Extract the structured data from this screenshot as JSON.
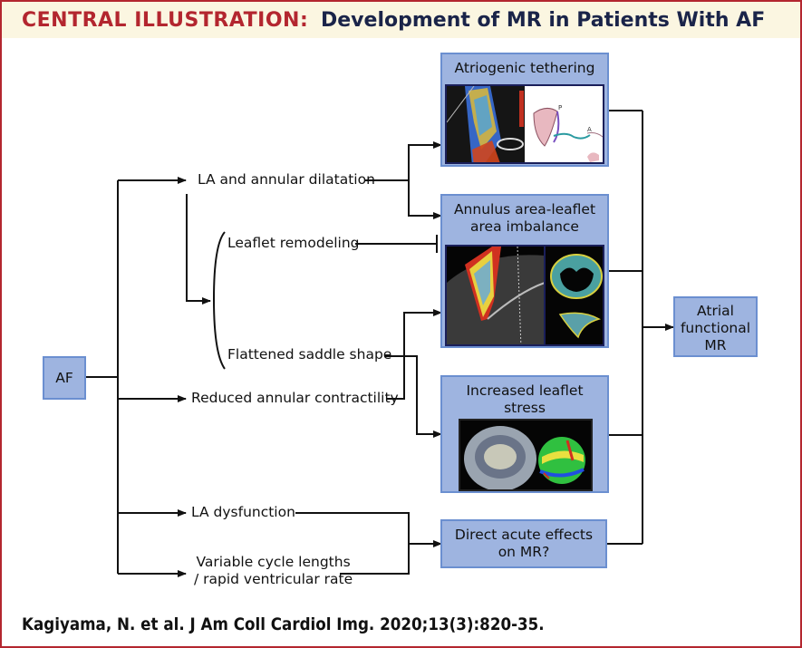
{
  "header": {
    "label": "CENTRAL ILLUSTRATION:",
    "title": "Development of MR in Patients With AF"
  },
  "nodes": {
    "af": "AF",
    "la_annular_dilatation": "LA and annular dilatation",
    "leaflet_remodeling": "Leaflet remodeling",
    "flattened_saddle": "Flattened saddle shape",
    "reduced_contractility": "Reduced annular contractility",
    "la_dysfunction": "LA dysfunction",
    "variable_cycle_line1": "Variable cycle lengths",
    "variable_cycle_line2": "/ rapid ventricular rate"
  },
  "boxes": {
    "atriogenic": {
      "title": "Atriogenic tethering",
      "image": "echo-doppler-and-leaflet-diagram"
    },
    "imbalance": {
      "title_line1": "Annulus area-leaflet",
      "title_line2": "area imbalance",
      "image": "tee-doppler-and-3d-annulus-model"
    },
    "stress": {
      "title_line1": "Increased leaflet",
      "title_line2": "stress",
      "image": "3d-valve-and-stress-map"
    },
    "direct": {
      "title_line1": "Direct acute effects",
      "title_line2": "on MR?"
    },
    "outcome": {
      "line1": "Atrial",
      "line2": "functional",
      "line3": "MR"
    }
  },
  "diagram_labels": {
    "leaflet_sketch_p": "P",
    "leaflet_sketch_a": "A"
  },
  "colors": {
    "accent_red": "#b3262f",
    "title_navy": "#1a2449",
    "box_fill": "#9eb4e0",
    "box_border": "#6b8fd0",
    "header_bg": "#fbf6e1"
  },
  "citation": "Kagiyama, N. et al. J Am Coll Cardiol Img. 2020;13(3):820-35."
}
